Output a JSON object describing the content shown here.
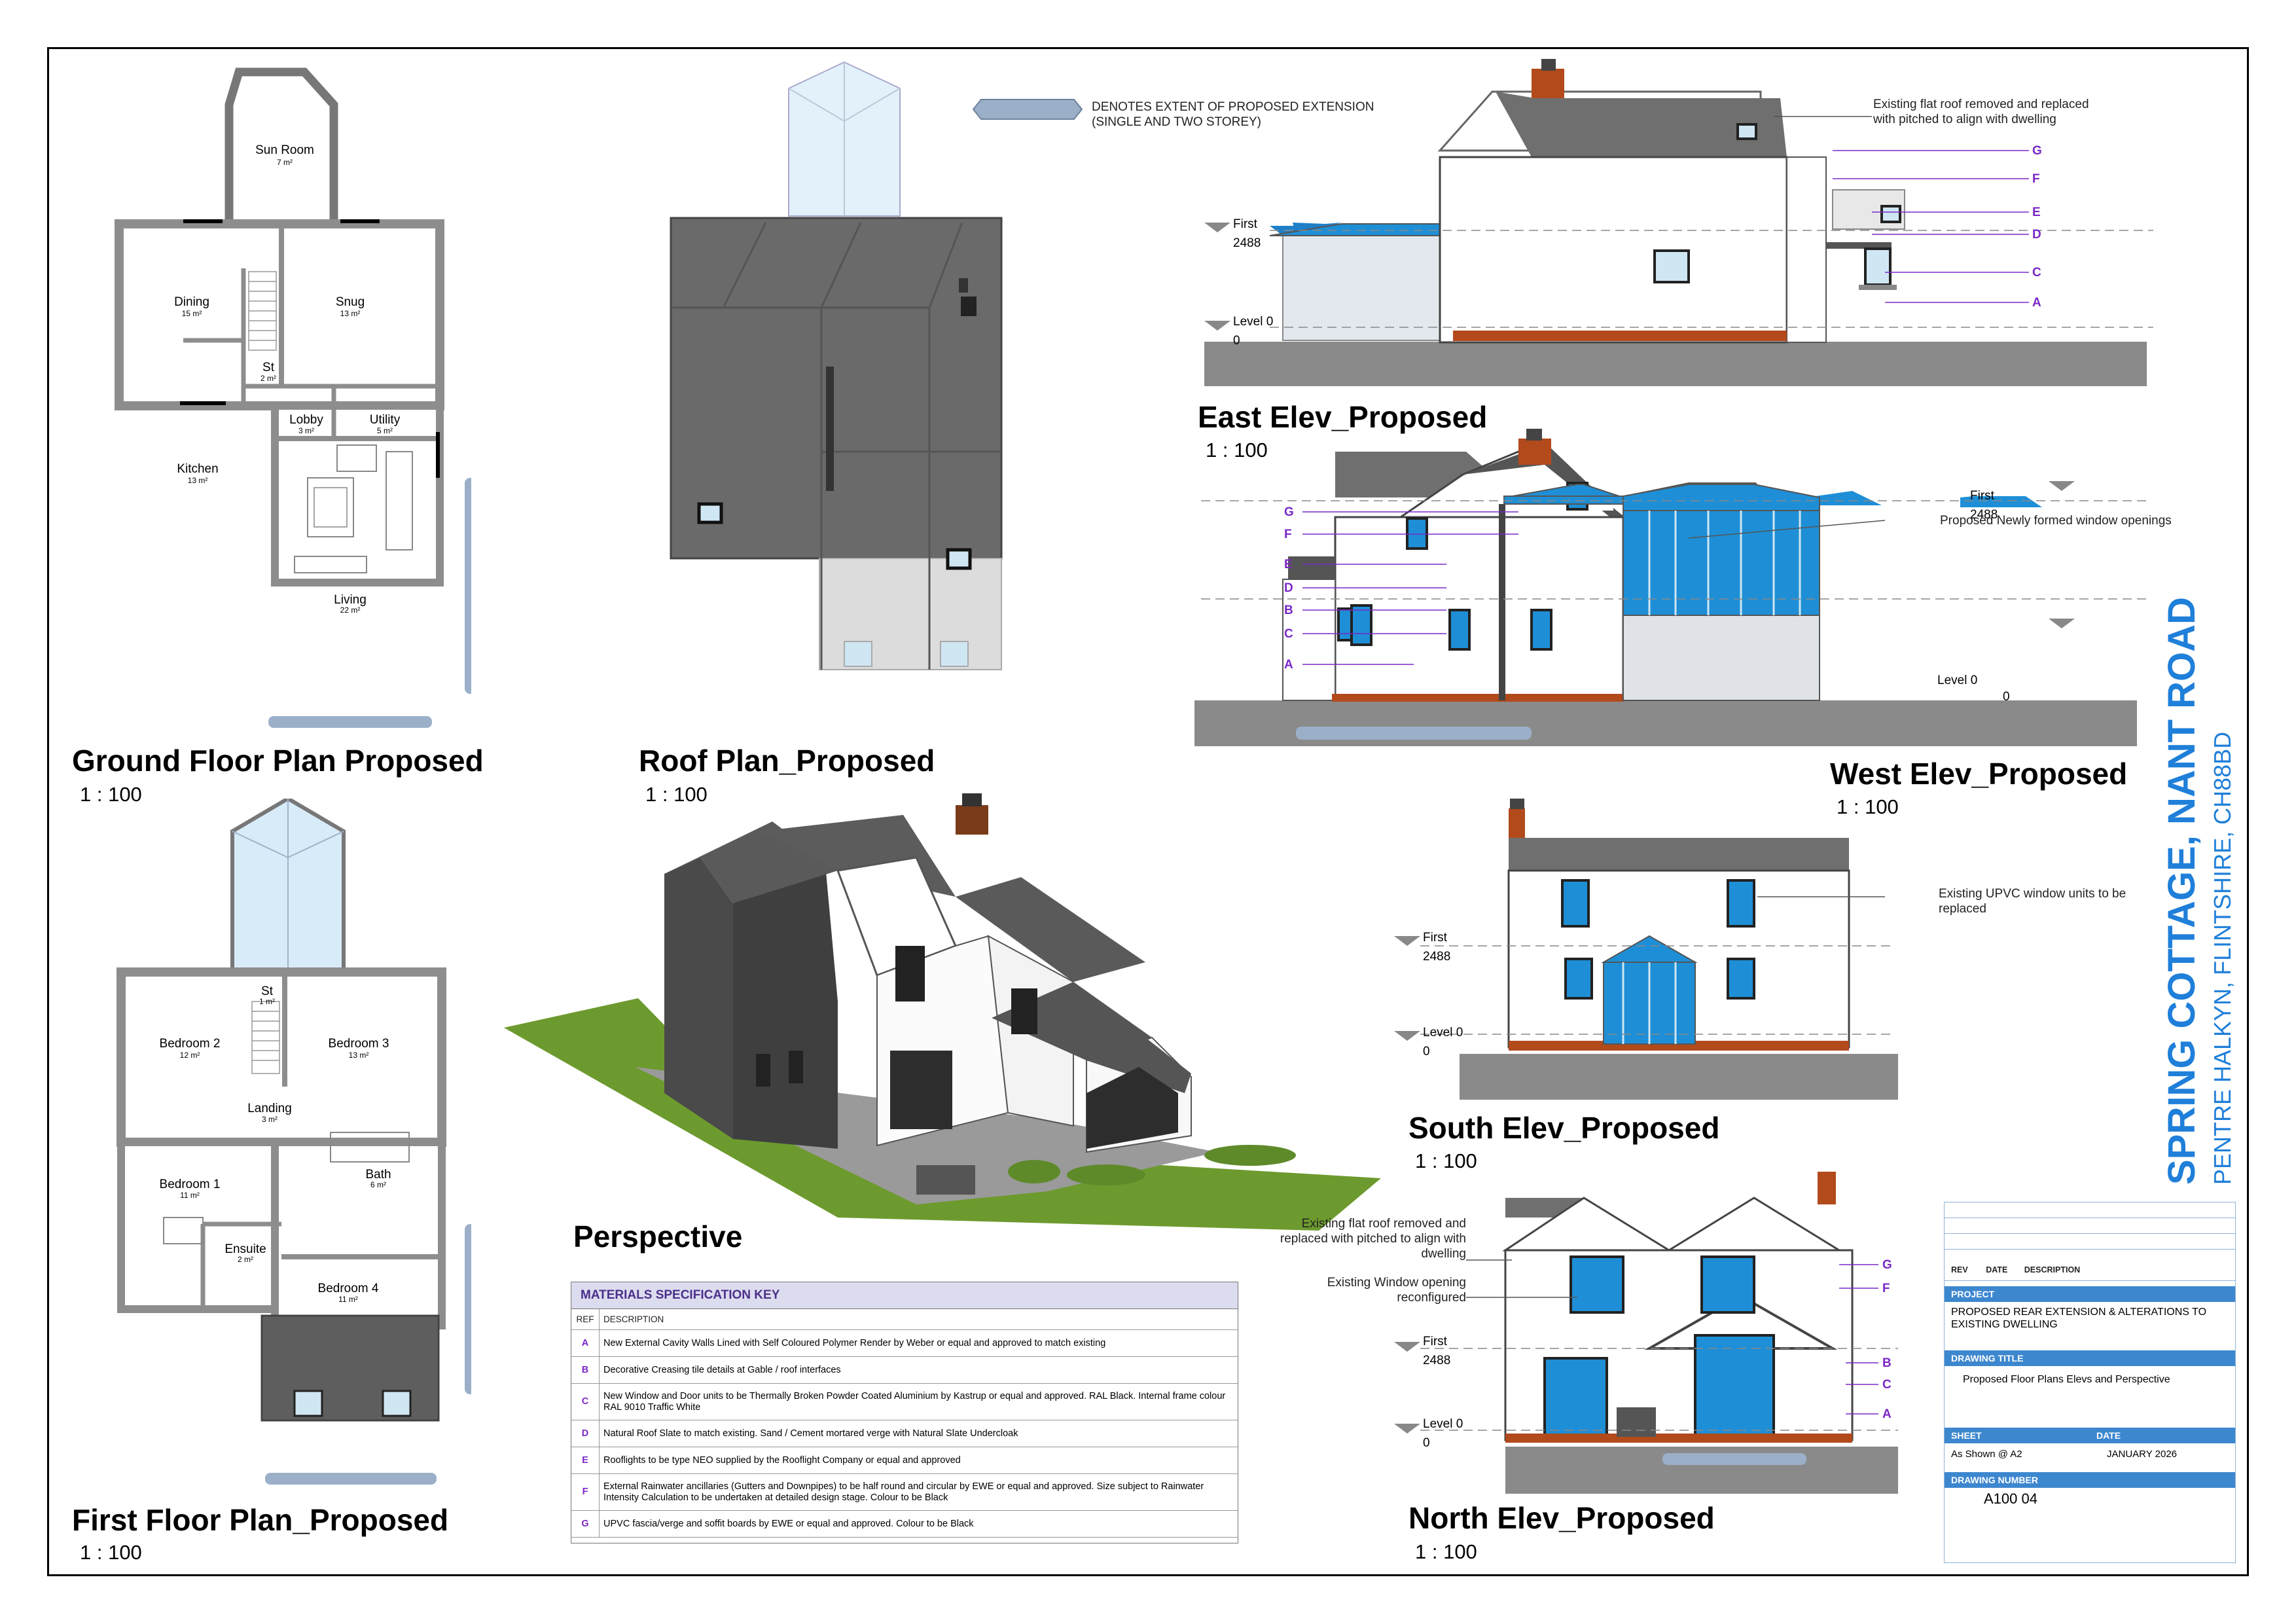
{
  "views": {
    "ground_floor": {
      "title": "Ground Floor Plan Proposed",
      "scale": "1 : 100"
    },
    "roof_plan": {
      "title": "Roof Plan_Proposed",
      "scale": "1 : 100"
    },
    "first_floor": {
      "title": "First Floor Plan_Proposed",
      "scale": "1 : 100"
    },
    "perspective": {
      "title": "Perspective"
    },
    "east": {
      "title": "East Elev_Proposed",
      "scale": "1 : 100"
    },
    "west": {
      "title": "West Elev_Proposed",
      "scale": "1 : 100"
    },
    "south": {
      "title": "South Elev_Proposed",
      "scale": "1 : 100"
    },
    "north": {
      "title": "North Elev_Proposed",
      "scale": "1 : 100"
    }
  },
  "ground_rooms": [
    {
      "name": "Sun Room",
      "area": "7 m²"
    },
    {
      "name": "Dining",
      "area": "15 m²"
    },
    {
      "name": "Snug",
      "area": "13 m²"
    },
    {
      "name": "St",
      "area": "2 m²"
    },
    {
      "name": "Lobby",
      "area": "3 m²"
    },
    {
      "name": "Utility",
      "area": "5 m²"
    },
    {
      "name": "Kitchen",
      "area": "13 m²"
    },
    {
      "name": "Living",
      "area": "22 m²"
    }
  ],
  "first_rooms": [
    {
      "name": "St",
      "area": "1 m²"
    },
    {
      "name": "Bedroom 2",
      "area": "12 m²"
    },
    {
      "name": "Bedroom 3",
      "area": "13 m²"
    },
    {
      "name": "Landing",
      "area": "3 m²"
    },
    {
      "name": "Bath",
      "area": "6 m²"
    },
    {
      "name": "Bedroom 1",
      "area": "11 m²"
    },
    {
      "name": "Ensuite",
      "area": "2 m²"
    },
    {
      "name": "Bedroom 4",
      "area": "11 m²"
    }
  ],
  "legend_note": "DENOTES EXTENT OF PROPOSED EXTENSION (SINGLE AND TWO STOREY)",
  "levels": {
    "first": "First",
    "first_val": "2488",
    "level0": "Level 0",
    "level0_val": "0"
  },
  "markers": {
    "a": "A",
    "b": "B",
    "c": "C",
    "d": "D",
    "e": "E",
    "f": "F",
    "g": "G"
  },
  "annotations": {
    "east_roof": "Existing flat roof removed and replaced with pitched to align with dwelling",
    "west_windows": "Proposed Newly formed window openings",
    "south_upvc": "Existing UPVC window units to be replaced",
    "north_roof": "Existing flat roof removed and replaced with pitched to align with dwelling",
    "north_window": "Existing Window opening reconfigured"
  },
  "materials": {
    "heading": "MATERIALS SPECIFICATION KEY",
    "col_ref": "REF",
    "col_desc": "DESCRIPTION",
    "rows": [
      {
        "ref": "A",
        "desc": "New External Cavity Walls Lined with Self Coloured Polymer Render by Weber or equal and approved to match existing"
      },
      {
        "ref": "B",
        "desc": "Decorative Creasing tile details at Gable / roof interfaces"
      },
      {
        "ref": "C",
        "desc": "New Window and Door units to be Thermally Broken Powder Coated Aluminium by Kastrup or equal and approved.  RAL Black.  Internal frame colour RAL 9010 Traffic White"
      },
      {
        "ref": "D",
        "desc": "Natural Roof Slate to match existing.  Sand / Cement mortared verge with Natural Slate Undercloak"
      },
      {
        "ref": "E",
        "desc": "Rooflights to be type NEO supplied by the Rooflight Company or equal and approved"
      },
      {
        "ref": "F",
        "desc": "External Rainwater ancillaries (Gutters and Downpipes) to be half round and circular by EWE or equal and approved.  Size subject to Rainwater Intensity Calculation to be undertaken at detailed design stage.  Colour to be Black"
      },
      {
        "ref": "G",
        "desc": "UPVC fascia/verge and soffit boards by EWE or equal and approved.  Colour to be Black"
      }
    ]
  },
  "title_block": {
    "rev": "REV",
    "date": "DATE",
    "description": "DESCRIPTION",
    "project_label": "PROJECT",
    "project": "PROPOSED REAR EXTENSION & ALTERATIONS TO EXISTING DWELLING",
    "drawing_title_label": "DRAWING TITLE",
    "drawing_title": "Proposed Floor Plans Elevs and Perspective",
    "sheet_label": "SHEET",
    "date_label": "DATE",
    "sheet": "As Shown @ A2",
    "sheet_date": "JANUARY 2026",
    "number_label": "DRAWING NUMBER",
    "number": "A100 04"
  },
  "site": {
    "name": "SPRING COTTAGE, NANT ROAD",
    "address": "PENTRE HALKYN, FLINTSHIRE, CH88BD"
  },
  "colors": {
    "accent": "#1f7fd9",
    "marker": "#7a28c8",
    "wall": "#8d8d8d",
    "roof": "#6f6f6f",
    "glass": "#1e8fd6",
    "ground": "#8a8a8a"
  }
}
